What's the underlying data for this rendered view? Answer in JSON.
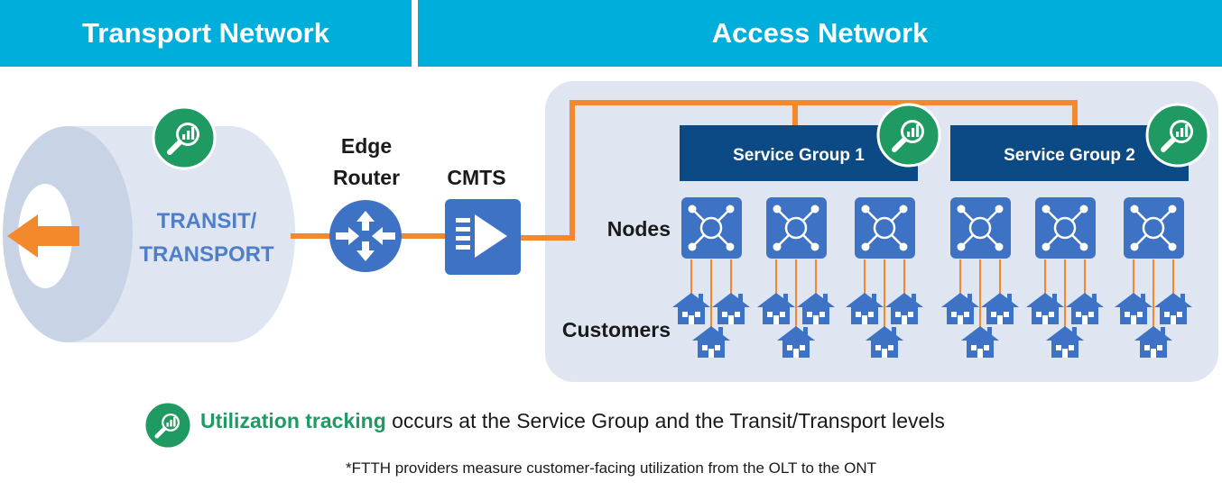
{
  "banners": {
    "transport": "Transport Network",
    "access": "Access Network"
  },
  "transit": {
    "line1": "TRANSIT/",
    "line2": "TRANSPORT"
  },
  "edge_router": {
    "line1": "Edge",
    "line2": "Router"
  },
  "cmts": "CMTS",
  "service_groups": [
    "Service Group 1",
    "Service Group 2"
  ],
  "row_labels": {
    "nodes": "Nodes",
    "customers": "Customers"
  },
  "legend": {
    "highlight": "Utilization tracking",
    "rest": " occurs at the Service Group and the Transit/Transport  levels"
  },
  "footnote": "*FTTH providers measure customer-facing utilization from the OLT to the ONT",
  "colors": {
    "banner": "#00AEDB",
    "orange": "#F28A2D",
    "dark_blue": "#0B4A85",
    "mid_blue": "#3D72C4",
    "panel": "#DFE6F1",
    "green": "#1E9A62"
  },
  "icons": {
    "tracking": "magnifier-chart-icon",
    "router": "router-arrows-icon",
    "cmts": "cmts-icon",
    "node": "node-hub-icon",
    "house": "house-icon"
  }
}
